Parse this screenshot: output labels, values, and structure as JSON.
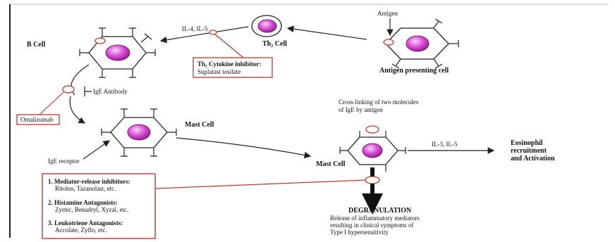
{
  "labels": {
    "antigen": "Antigen",
    "il_top": "IL-4, IL-5",
    "th2_cell": "Th₂ Cell",
    "b_cell": "B Cell",
    "apc": "Antigen presenting cell",
    "th2_inhibitor_title": "Th₂ Cytokine inhibitor:",
    "th2_inhibitor_drug": "Suplatast tosilate",
    "ige_antibody": "IgE Antibody",
    "omalizumab": "Omalizumab",
    "mast_cell_left": "Mast Cell",
    "ige_receptor": "IgE receptor",
    "crosslink_line1": "Cross-linking of two molecules",
    "crosslink_line2": "of IgE by antigen",
    "mast_cell_right": "Mast Cell",
    "il_right": "IL-3, IL-5",
    "eos_line1": "Eosinophil",
    "eos_line2": "recruitment",
    "eos_line3": "and Activation",
    "degranulation": "DEGRANULATION",
    "release_line1": "Release of inflammatory mediators",
    "release_line2": "resulting in clinical symptoms of",
    "release_line3": "Type I hypersensitivity"
  },
  "inhibitors": [
    {
      "title": "1. Mediator-release inhibitors:",
      "drugs": "Ritolen, Tazanolast, etc."
    },
    {
      "title": "2. Histamine Antagonists:",
      "drugs": "Zyrtec, Benadryl, Xyzal, etc."
    },
    {
      "title": "3. Leukotriene Antagonists:",
      "drugs": "Accolate, Zyflo, etc."
    }
  ],
  "colors": {
    "nucleus": "#d94fd6",
    "nucleus_light": "#f4c8f2",
    "inhibitor_red": "#c0392b",
    "line": "#222222"
  }
}
